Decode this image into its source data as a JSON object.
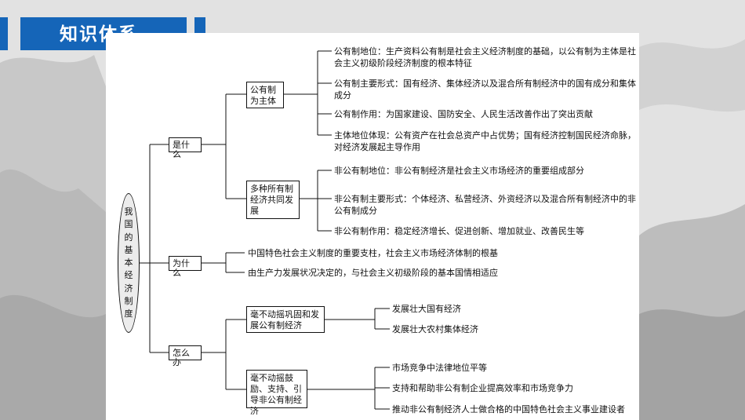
{
  "header": {
    "title": "知识体系"
  },
  "diagram": {
    "root": "我国的基本经济制度",
    "branches": [
      {
        "label": "是什么",
        "children": [
          {
            "label": "公有制为主体",
            "items": [
              "公有制地位：生产资料公有制是社会主义经济制度的基础，以公有制为主体是社会主义初级阶段经济制度的根本特征",
              "公有制主要形式：国有经济、集体经济以及混合所有制经济中的国有成分和集体成分",
              "公有制作用：为国家建设、国防安全、人民生活改善作出了突出贡献",
              "主体地位体现：公有资产在社会总资产中占优势；国有经济控制国民经济命脉，对经济发展起主导作用"
            ]
          },
          {
            "label": "多种所有制经济共同发展",
            "items": [
              "非公有制地位：非公有制经济是社会主义市场经济的重要组成部分",
              "非公有制主要形式：个体经济、私营经济、外资经济以及混合所有制经济中的非公有制成分",
              "非公有制作用：稳定经济增长、促进创新、增加就业、改善民生等"
            ]
          }
        ]
      },
      {
        "label": "为什么",
        "items": [
          "中国特色社会主义制度的重要支柱，社会主义市场经济体制的根基",
          "由生产力发展状况决定的，与社会主义初级阶段的基本国情相适应"
        ]
      },
      {
        "label": "怎么办",
        "children": [
          {
            "label": "毫不动摇巩固和发展公有制经济",
            "items": [
              "发展壮大国有经济",
              "发展壮大农村集体经济"
            ]
          },
          {
            "label": "毫不动摇鼓励、支持、引导非公有制经济",
            "items": [
              "市场竞争中法律地位平等",
              "支持和帮助非公有制企业提高效率和市场竞争力",
              "推动非公有制经济人士做合格的中国特色社会主义事业建设者"
            ]
          }
        ]
      }
    ]
  }
}
